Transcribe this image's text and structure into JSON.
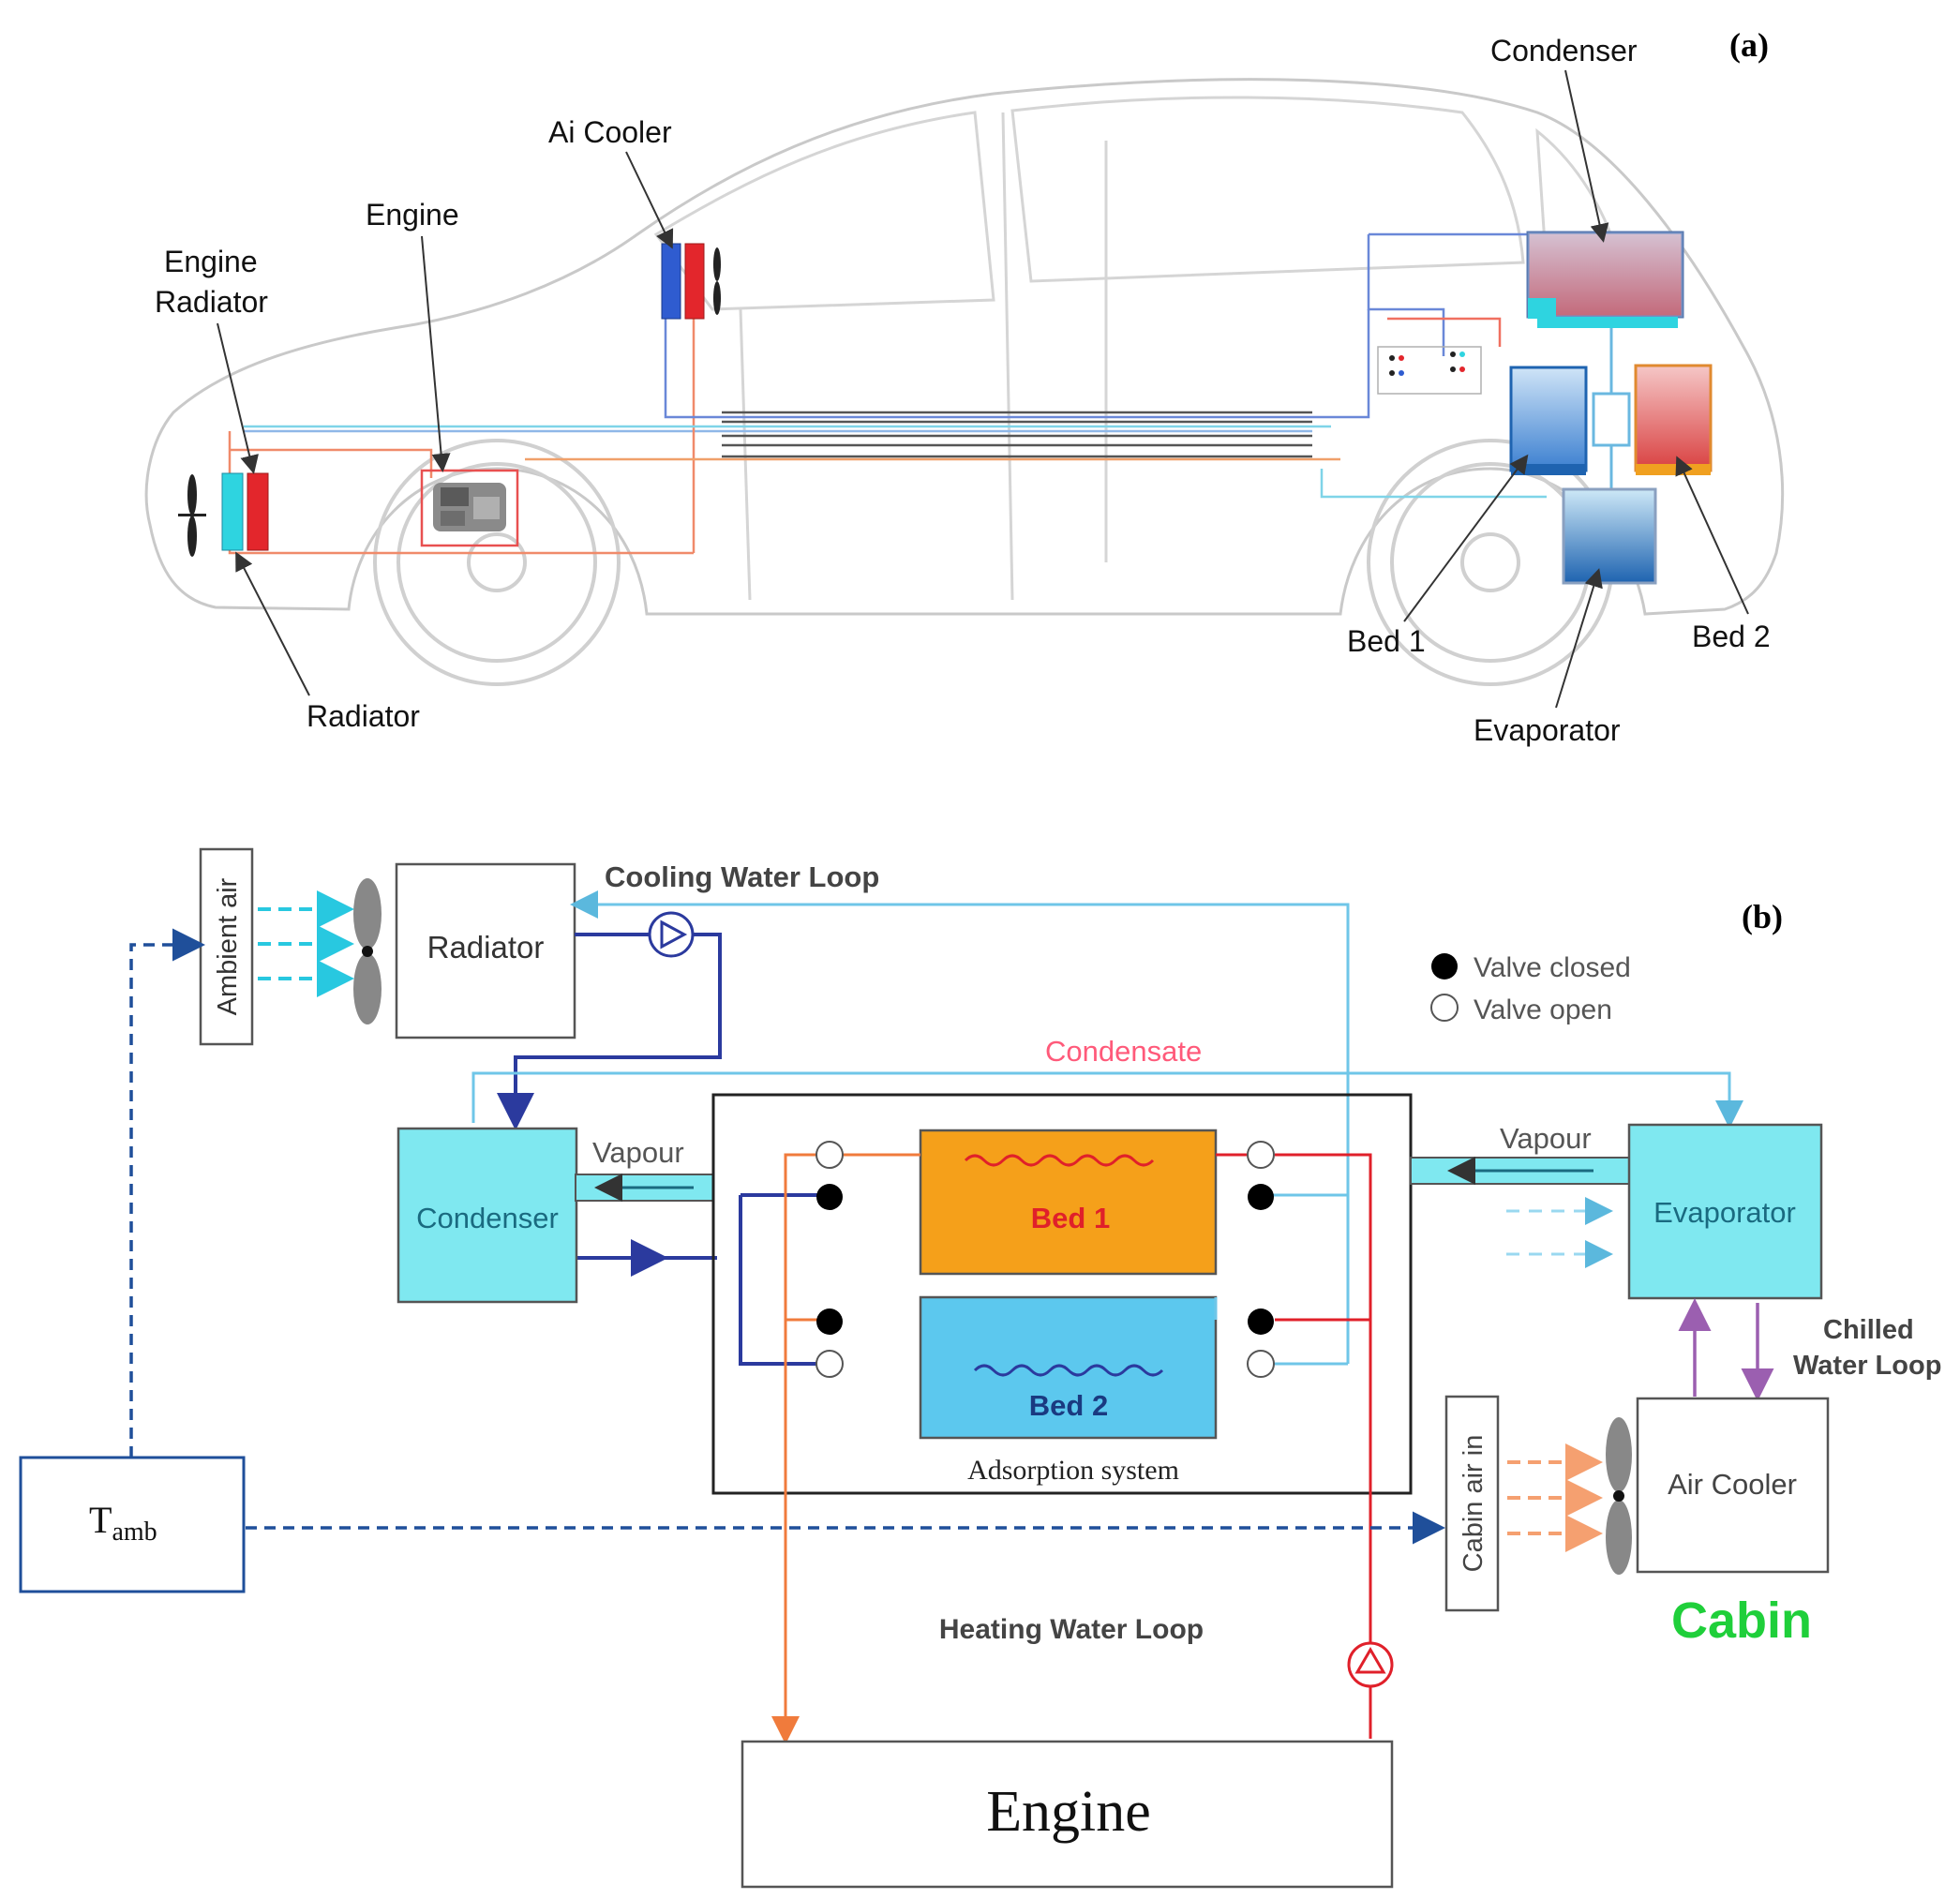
{
  "panel_a": {
    "label": "(a)",
    "callouts": {
      "condenser": "Condenser",
      "ai_cooler": "Ai Cooler",
      "engine": "Engine",
      "engine_radiator_1": "Engine",
      "engine_radiator_2": "Radiator",
      "radiator": "Radiator",
      "bed1": "Bed 1",
      "bed2": "Bed 2",
      "evaporator": "Evaporator"
    }
  },
  "panel_b": {
    "label": "(b)",
    "ambient_air": "Ambient air",
    "radiator": "Radiator",
    "cooling_water_loop": "Cooling Water Loop",
    "legend": {
      "closed": "Valve closed",
      "open": "Valve open"
    },
    "condensate": "Condensate",
    "condenser": "Condenser",
    "vapour_left": "Vapour",
    "vapour_right": "Vapour",
    "bed1": "Bed 1",
    "bed2": "Bed 2",
    "adsorption_system": "Adsorption system",
    "evaporator": "Evaporator",
    "chilled_water_loop_1": "Chilled",
    "chilled_water_loop_2": "Water Loop",
    "cabin_air_in": "Cabin air in",
    "air_cooler": "Air Cooler",
    "cabin": "Cabin",
    "t_amb_main": "T",
    "t_amb_sub": "amb",
    "heating_water_loop": "Heating Water Loop",
    "engine": "Engine"
  },
  "colors": {
    "cooling_blue": "#2b3a9e",
    "light_blue": "#6fc6e8",
    "heating_orange": "#f07b3c",
    "heating_red": "#e0202a",
    "chilled_purple": "#9b5fb0",
    "bed1_fill": "#f5a01a",
    "bed2_fill": "#5cc8ee",
    "component_cyan": "#7fe8f0",
    "cabin_green": "#1fcf3a"
  }
}
